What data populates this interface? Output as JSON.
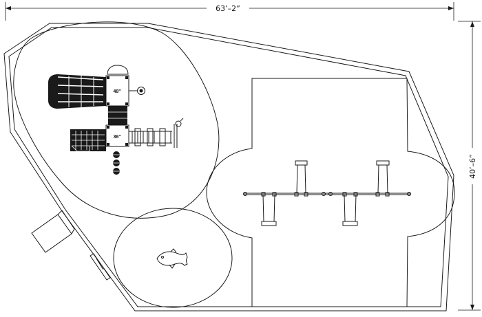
{
  "dimensions": {
    "width_label": "63’–2”",
    "height_label": "40’–6”"
  },
  "decks": {
    "upper_label": "48\"",
    "lower_label": "36\""
  },
  "colors": {
    "line": "#1a1a1a",
    "fill_dark": "#1a1a1a",
    "background": "#ffffff"
  }
}
